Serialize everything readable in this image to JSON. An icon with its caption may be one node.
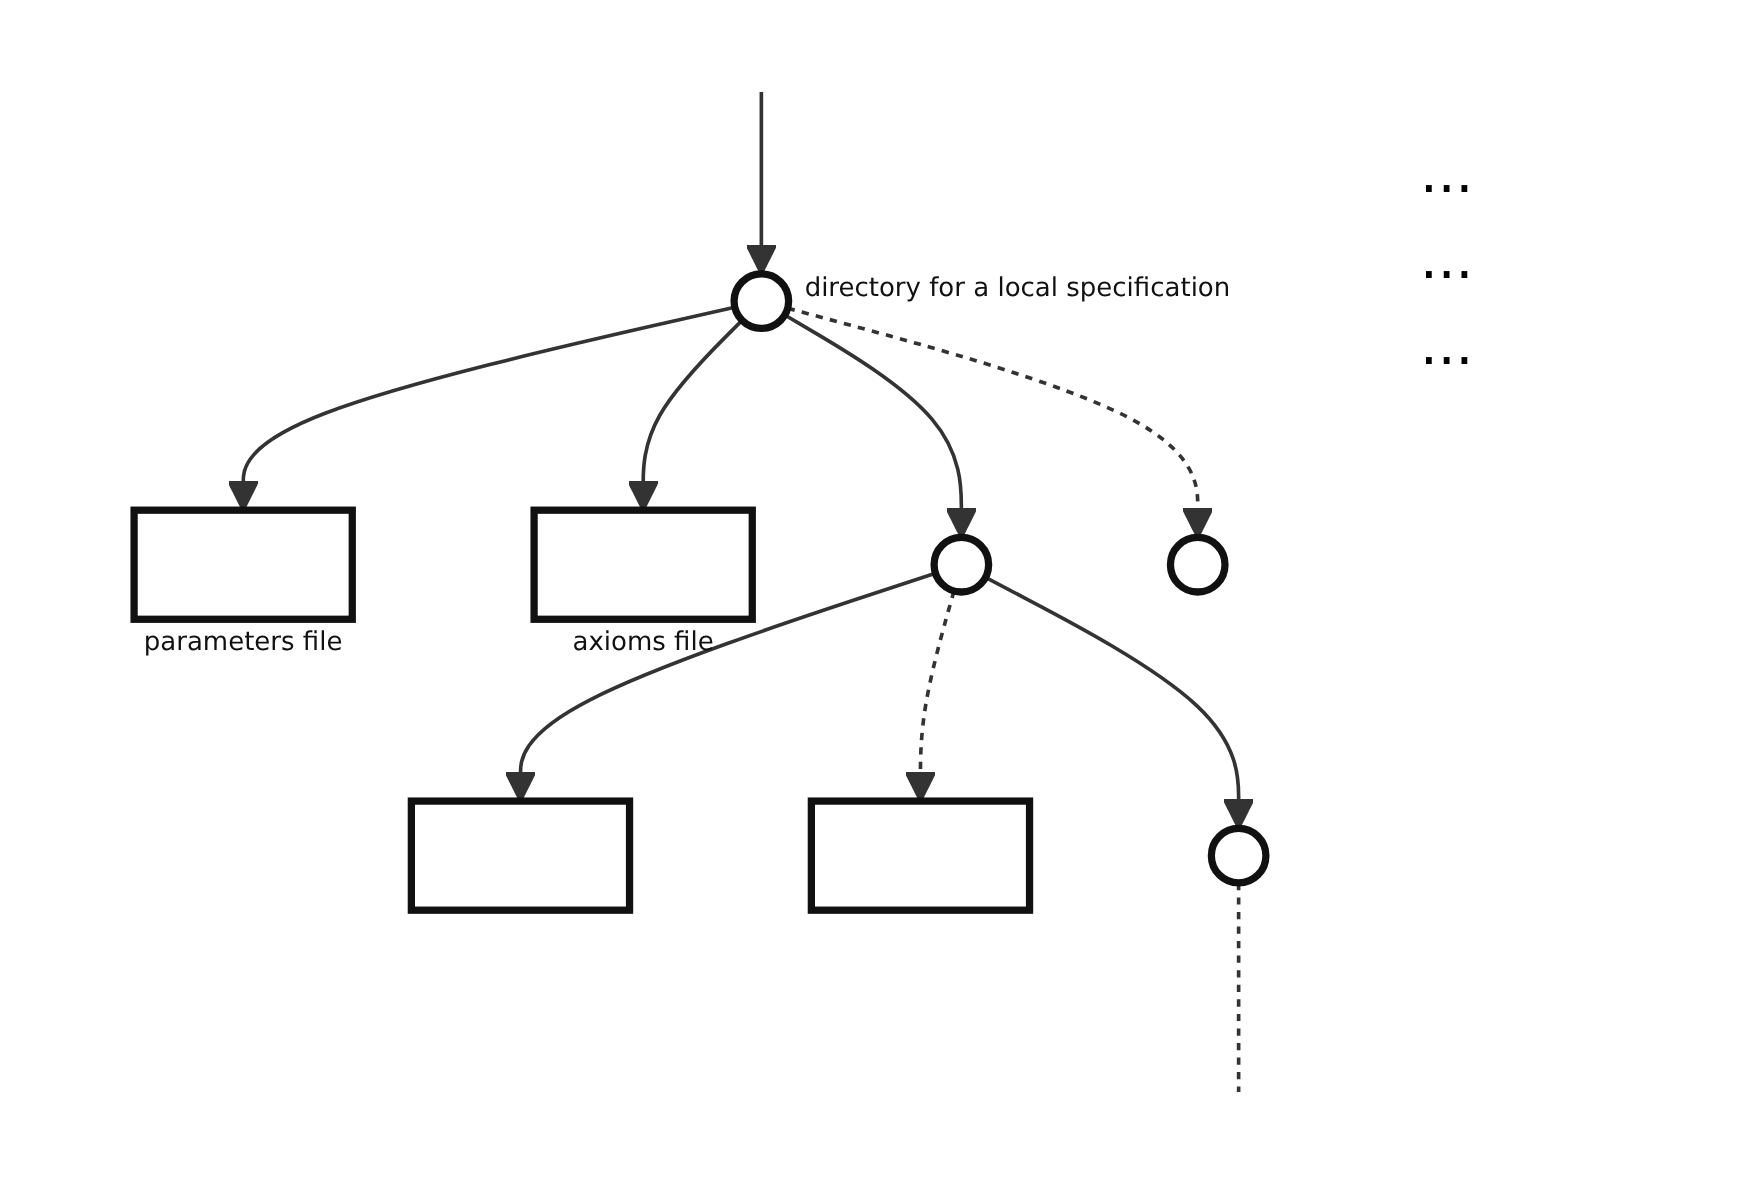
{
  "diagram": {
    "nodes": [
      {
        "text": [],
        "shape": "circle",
        "beside": [
          "directory for a local specification"
        ]
      },
      {
        "text": [],
        "shape": "box",
        "beside": [
          "parameters file"
        ]
      },
      {
        "text": [],
        "shape": "box",
        "beside": [
          "axioms file"
        ]
      },
      {
        "text": [],
        "shape": "circle"
      },
      {
        "text": [],
        "shape": "circle"
      },
      {
        "text": [],
        "shape": "box"
      },
      {
        "text": [],
        "shape": "box"
      },
      {
        "text": [],
        "shape": "circle"
      }
    ],
    "edges": [
      {
        "from": null,
        "to": 0,
        "arrow": "to"
      },
      {
        "from": 0,
        "to": 1,
        "arrow": "to"
      },
      {
        "from": 0,
        "to": 2,
        "arrow": "to"
      },
      {
        "from": 0,
        "to": 3,
        "arrow": "to"
      },
      {
        "from": 0,
        "to": 4,
        "arrow": "to",
        "style": "dashed"
      },
      {
        "from": 3,
        "to": 5,
        "arrow": "to"
      },
      {
        "from": 3,
        "to": 6,
        "arrow": "to",
        "style": "dashed"
      },
      {
        "from": 3,
        "to": 7,
        "arrow": "to"
      },
      {
        "from": 7,
        "to": null,
        "arrow": "none",
        "style": "dashed"
      }
    ],
    "labels": [
      "...",
      "...",
      "..."
    ]
  }
}
